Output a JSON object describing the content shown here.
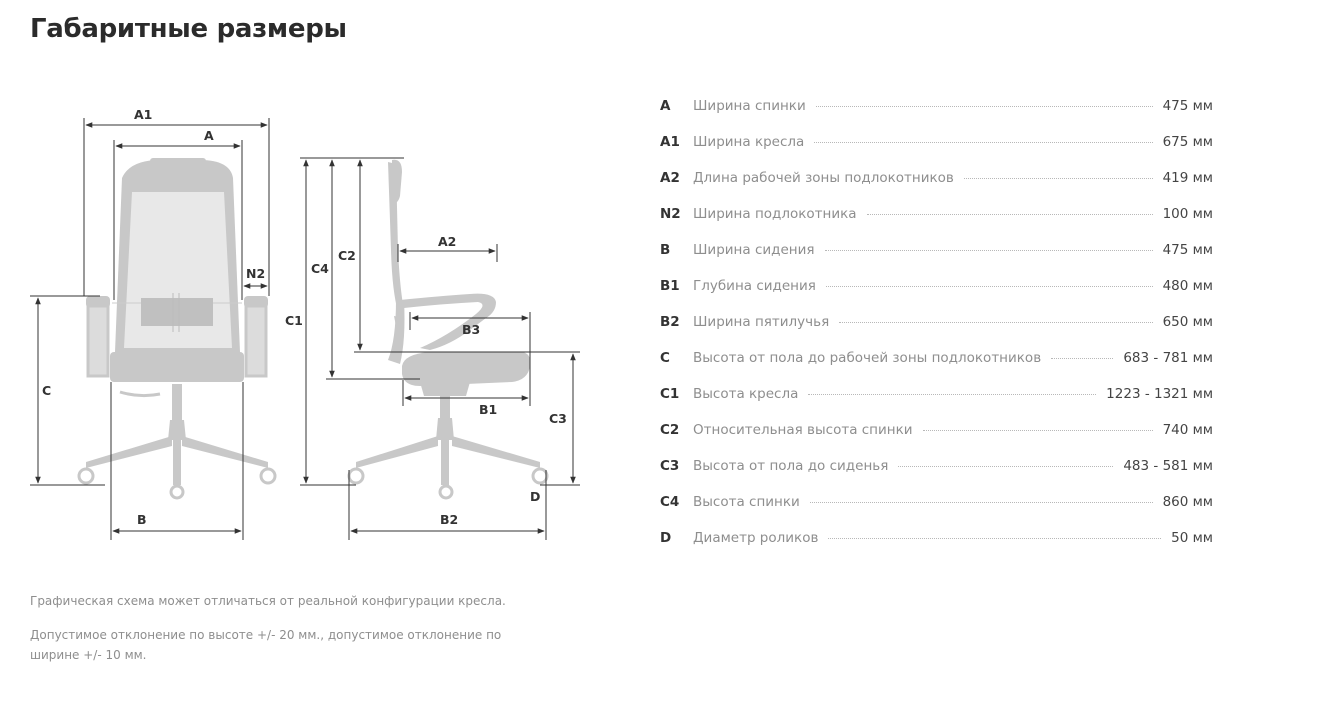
{
  "page": {
    "title": "Габаритные размеры"
  },
  "diagram": {
    "labels": {
      "A1": "A1",
      "A": "A",
      "N2": "N2",
      "C": "C",
      "B": "B",
      "C4": "C4",
      "C2": "C2",
      "C1": "C1",
      "A2": "A2",
      "B3": "B3",
      "B1": "B1",
      "C3": "C3",
      "D": "D",
      "B2": "B2"
    }
  },
  "specs": [
    {
      "code": "A",
      "name": "Ширина спинки",
      "value": "475 мм"
    },
    {
      "code": "A1",
      "name": "Ширина кресла",
      "value": "675 мм"
    },
    {
      "code": "A2",
      "name": "Длина рабочей зоны подлокотников",
      "value": "419 мм"
    },
    {
      "code": "N2",
      "name": "Ширина подлокотника",
      "value": "100 мм"
    },
    {
      "code": "B",
      "name": "Ширина сидения",
      "value": "475 мм"
    },
    {
      "code": "B1",
      "name": "Глубина сидения",
      "value": "480 мм"
    },
    {
      "code": "B2",
      "name": "Ширина пятилучья",
      "value": "650 мм"
    },
    {
      "code": "C",
      "name": "Высота от пола до рабочей зоны подлокотников",
      "value": "683 - 781 мм"
    },
    {
      "code": "C1",
      "name": "Высота кресла",
      "value": "1223 - 1321 мм"
    },
    {
      "code": "C2",
      "name": "Относительная высота спинки",
      "value": "740 мм"
    },
    {
      "code": "C3",
      "name": "Высота от пола до сиденья",
      "value": "483 - 581 мм"
    },
    {
      "code": "C4",
      "name": "Высота спинки",
      "value": "860 мм"
    },
    {
      "code": "D",
      "name": "Диаметр роликов",
      "value": "50 мм"
    }
  ],
  "notes": {
    "line1": "Графическая схема может отличаться от реальной конфигурации кресла.",
    "line2": "Допустимое отклонение по высоте +/- 20 мм., допустимое отклонение по ширине +/- 10 мм."
  },
  "colors": {
    "chair_fill": "#c8c8c8",
    "chair_light": "#e4e4e4",
    "dim_line": "#333333",
    "muted_text": "#8e8e8e"
  }
}
